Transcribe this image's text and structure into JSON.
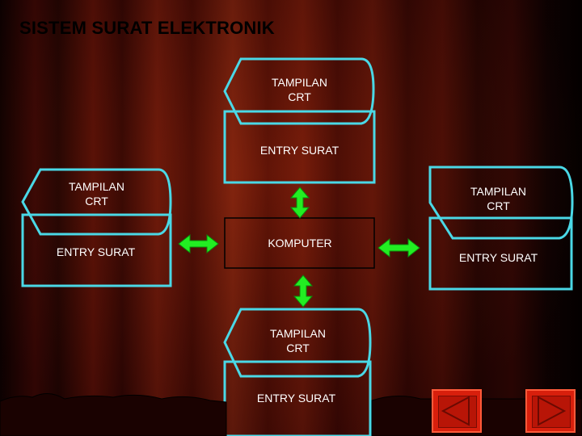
{
  "title": "SISTEM SURAT ELEKTRONIK",
  "nodes": {
    "top": {
      "display": "TAMPILAN\nCRT",
      "entry": "ENTRY SURAT"
    },
    "left": {
      "display": "TAMPILAN\nCRT",
      "entry": "ENTRY SURAT"
    },
    "right": {
      "display": "TAMPILAN\nCRT",
      "entry": "ENTRY SURAT"
    },
    "bottom": {
      "display": "TAMPILAN\nCRT",
      "entry": "ENTRY SURAT"
    },
    "center": {
      "label": "KOMPUTER"
    }
  },
  "nav": {
    "prev": "previous",
    "next": "next"
  },
  "colors": {
    "outline": "#4ad8e6",
    "arrow": "#22ee22",
    "nav": "#d81f0c"
  }
}
